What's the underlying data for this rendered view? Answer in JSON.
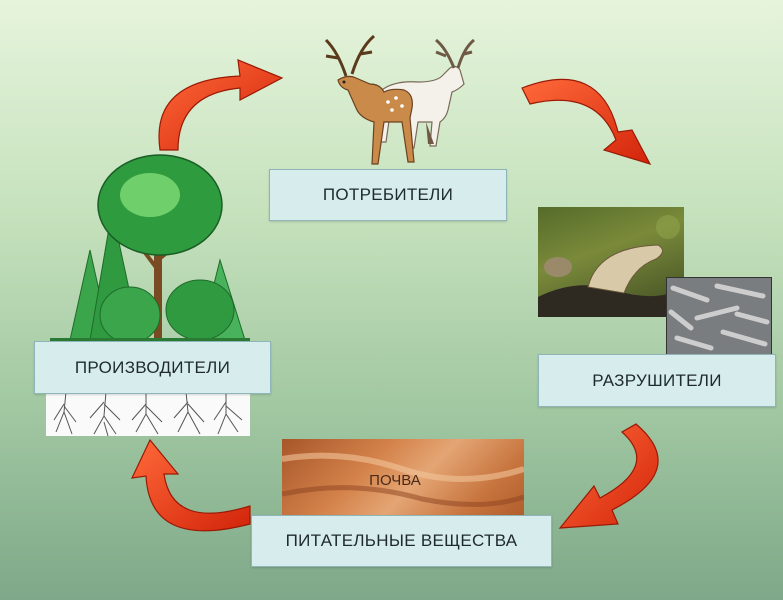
{
  "labels": {
    "consumers": "ПОТРЕБИТЕЛИ",
    "decomposers": "РАЗРУШИТЕЛИ",
    "producers": "ПРОИЗВОДИТЕЛИ",
    "nutrients": "ПИТАТЕЛЬНЫЕ ВЕЩЕСТВА",
    "soil": "ПОЧВА"
  },
  "colors": {
    "arrow": "#e53414",
    "box_bg": "#d7ecec",
    "box_border": "#8fb5b8"
  },
  "icons": [
    "deer-illustration",
    "forest-illustration",
    "roots-illustration",
    "mushroom-photo",
    "bacteria-photo",
    "soil-photo",
    "cycle-arrow"
  ]
}
